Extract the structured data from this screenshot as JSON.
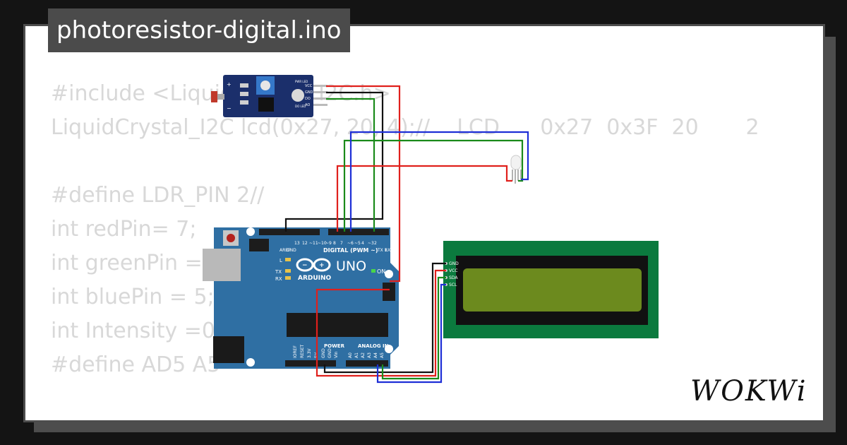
{
  "project": {
    "filename": "photoresistor-digital.ino"
  },
  "code_lines": [
    "#include <LiquidCrystal_I2C.h>",
    "LiquidCrystal_I2C lcd(0x27, 20, 4);//    LCD      0x27  0x3F  20       2",
    "",
    "#define LDR_PIN 2//",
    "int redPin= 7;",
    "int greenPin = 6;",
    "int bluePin = 5;",
    "int Intensity =0;",
    "#define AD5 A5"
  ],
  "brand": {
    "logo_text": "WOKWi"
  },
  "arduino": {
    "model": "UNO",
    "brand": "ARDUINO",
    "digital_label": "DIGITAL (PWM ~)",
    "power_label": "POWER",
    "analog_label": "ANALOG IN",
    "on_label": "ON",
    "l_label": "L",
    "tx_label": "TX",
    "rx_label": "RX",
    "digital_pins": [
      "AREF",
      "GND",
      "13",
      "12",
      "~11",
      "~10",
      "~9",
      "8",
      "7",
      "~6",
      "~5",
      "4",
      "~3",
      "2",
      "TX 1",
      "RX 0"
    ],
    "power_pins": [
      "IOREF",
      "RESET",
      "3.3V",
      "5V",
      "GND",
      "GND",
      "Vin"
    ],
    "analog_pins": [
      "A0",
      "A1",
      "A2",
      "A3",
      "A4",
      "A5"
    ]
  },
  "ldr_module": {
    "pins": [
      "VCC",
      "GND",
      "DO",
      "AO"
    ],
    "left_labels": [
      "+",
      "−"
    ],
    "leds": [
      "PWR LED",
      "DO LED"
    ]
  },
  "lcd": {
    "pins": [
      "GND",
      "VCC",
      "SDA",
      "SCL"
    ]
  },
  "colors": {
    "wire_red": "#e0201c",
    "wire_black": "#111111",
    "wire_green": "#1a8a1a",
    "wire_blue": "#1e2fd6",
    "board": "#2f6fa3",
    "lcd_pcb": "#0b7a3e",
    "lcd_screen": "#6c8a1e"
  }
}
